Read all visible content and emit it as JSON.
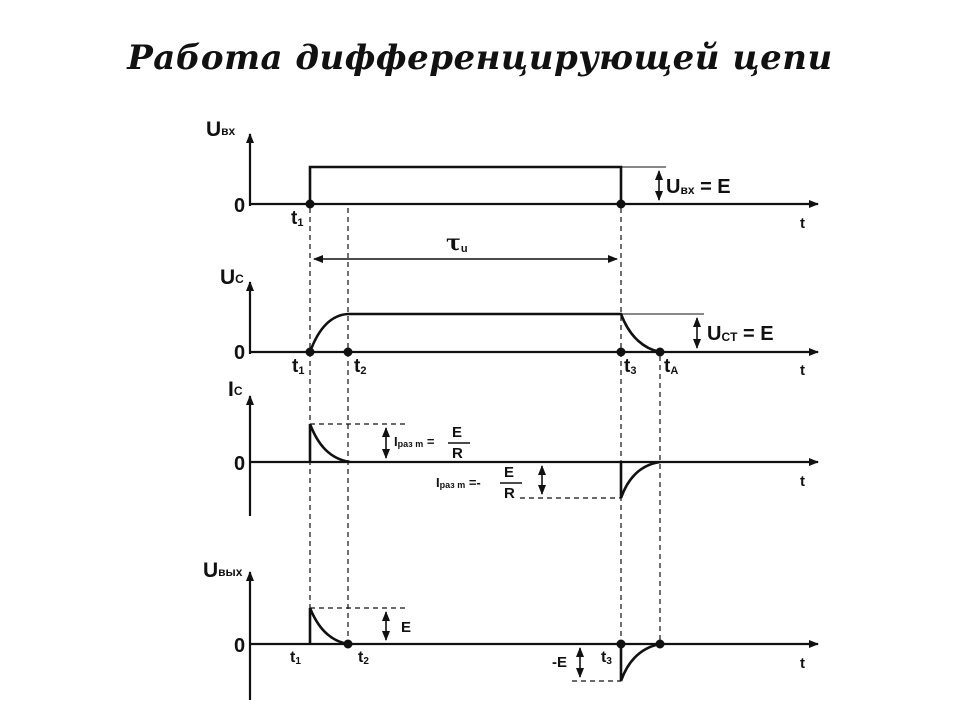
{
  "title": "Работа дифференцирующей цепи",
  "panels": {
    "input": {
      "y_label": "U",
      "y_sub": "вх",
      "zero": "0",
      "t_axis": "t",
      "t1": "t",
      "t1_sub": "1",
      "amplitude_label": "U",
      "amplitude_sub": "вх",
      "amplitude_value": " = E",
      "pulse_width_label": "τ",
      "pulse_width_sub": "u"
    },
    "capacitor_voltage": {
      "y_label": "U",
      "y_sub": "C",
      "zero": "0",
      "t_axis": "t",
      "t1": "t",
      "t1_sub": "1",
      "t2": "t",
      "t2_sub": "2",
      "t3": "t",
      "t3_sub": "3",
      "t4": "t",
      "t4_sub": "A",
      "steady_label": "U",
      "steady_sub": "CT",
      "steady_value": " = E"
    },
    "capacitor_current": {
      "y_label": "I",
      "y_sub": "C",
      "zero": "0",
      "t_axis": "t",
      "charge_label": "I",
      "charge_sub": "раз m",
      "charge_eq": " =",
      "discharge_label": "I",
      "discharge_sub": "раз m",
      "discharge_eq": " =-",
      "numerator": "E",
      "denominator": "R"
    },
    "output": {
      "y_label": "U",
      "y_sub": "вых",
      "zero": "0",
      "t_axis": "t",
      "t1": "t",
      "t1_sub": "1",
      "t2": "t",
      "t2_sub": "2",
      "t3": "t",
      "t3_sub": "3",
      "positive_peak": "E",
      "negative_peak": "-E"
    }
  }
}
